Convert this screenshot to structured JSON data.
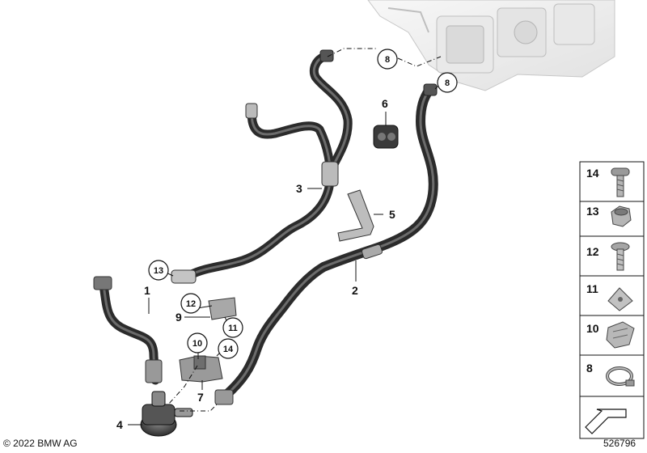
{
  "copyright": "© 2022 BMW AG",
  "diagram_number": "526796",
  "callouts": {
    "p1": "1",
    "p2": "2",
    "p3": "3",
    "p4": "4",
    "p5": "5",
    "p6": "6",
    "p7": "7",
    "p8a": "8",
    "p8b": "8",
    "p9": "9",
    "p10": "10",
    "p11": "11",
    "p12": "12",
    "p13": "13",
    "p14": "14"
  },
  "legend": [
    {
      "number": "14",
      "part_icon": "bolt-icon"
    },
    {
      "number": "13",
      "part_icon": "hex-nut-icon"
    },
    {
      "number": "12",
      "part_icon": "screw-icon"
    },
    {
      "number": "11",
      "part_icon": "clip-nut-icon"
    },
    {
      "number": "10",
      "part_icon": "spring-clip-icon"
    },
    {
      "number": "8",
      "part_icon": "hose-clamp-icon"
    }
  ]
}
